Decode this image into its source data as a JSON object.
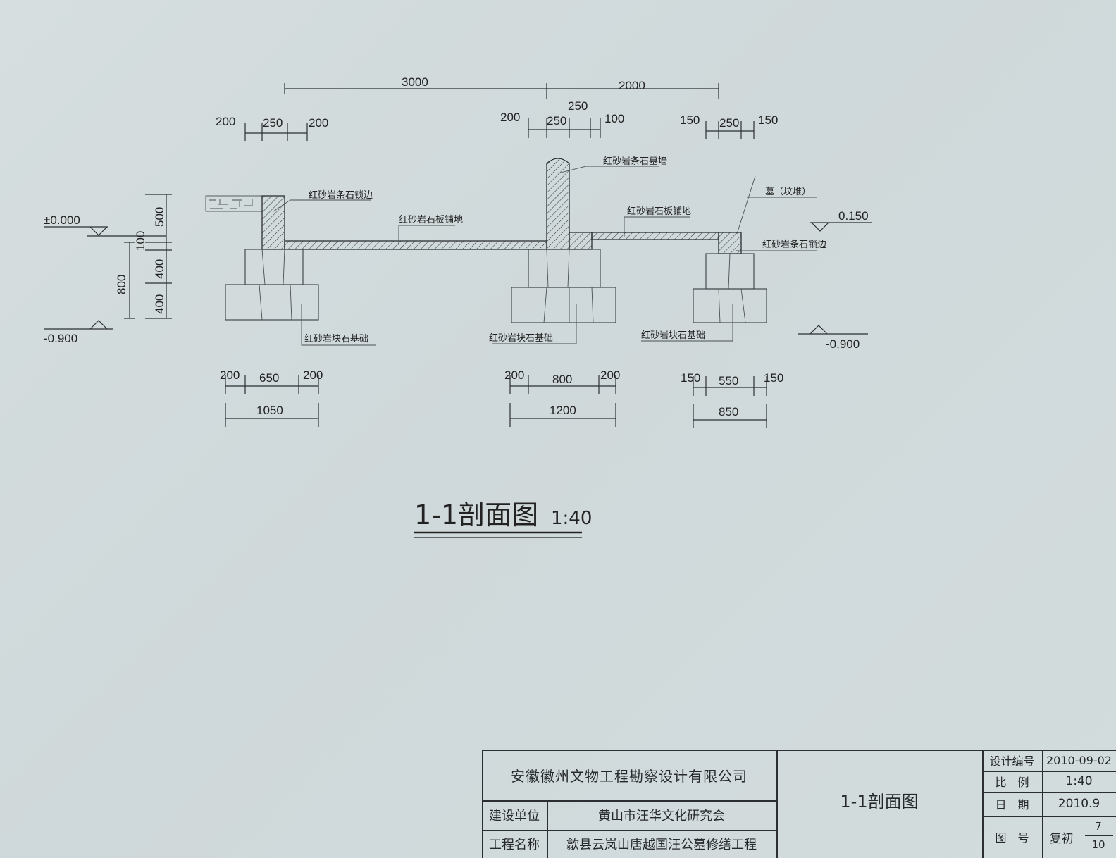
{
  "drawing": {
    "top_dims": {
      "span_left": "3000",
      "span_right": "2000"
    },
    "left_wall_dims": [
      "200",
      "250",
      "200"
    ],
    "mid_wall_dims": [
      "200",
      "250",
      "100"
    ],
    "mid_wall_extra": "250",
    "right_wall_dims": [
      "150",
      "250",
      "150"
    ],
    "vertical_dims": {
      "d500": "500",
      "d100": "100",
      "d400a": "400",
      "d400b": "400",
      "d800": "800"
    },
    "elevations": {
      "zero": "±0.000",
      "neg_left": "-0.900",
      "pos_right": "0.150",
      "neg_right": "-0.900"
    },
    "labels": {
      "left_curb": "红砂岩条石锁边",
      "paving_left": "红砂岩石板铺地",
      "tomb_wall": "红砂岩条石墓墙",
      "paving_right": "红砂岩石板铺地",
      "tomb_mound": "墓（坟堆）",
      "right_curb": "红砂岩条石锁边",
      "found_left": "红砂岩块石基础",
      "found_mid": "红砂岩块石基础",
      "found_right": "红砂岩块石基础"
    },
    "bottom_dims": {
      "left": [
        "200",
        "650",
        "200"
      ],
      "left_total": "1050",
      "mid": [
        "200",
        "800",
        "200"
      ],
      "mid_total": "1200",
      "right": [
        "150",
        "550",
        "150"
      ],
      "right_total": "850"
    },
    "title": "1-1剖面图",
    "scale": "1:40"
  },
  "title_block": {
    "company": "安徽徽州文物工程勘察设计有限公司",
    "client_label": "建设单位",
    "client_value": "黄山市汪华文化研究会",
    "project_label": "工程名称",
    "project_value": "歙县云岚山唐越国汪公墓修缮工程",
    "drawing_name": "1-1剖面图",
    "design_no_label": "设计编号",
    "design_no_value": "2010-09-02",
    "scale_label": "比　例",
    "scale_value": "1:40",
    "date_label": "日　期",
    "date_value": "2010.9",
    "sheet_label": "图　号",
    "sheet_prefix": "复初",
    "sheet_num": "7",
    "sheet_total": "10"
  }
}
